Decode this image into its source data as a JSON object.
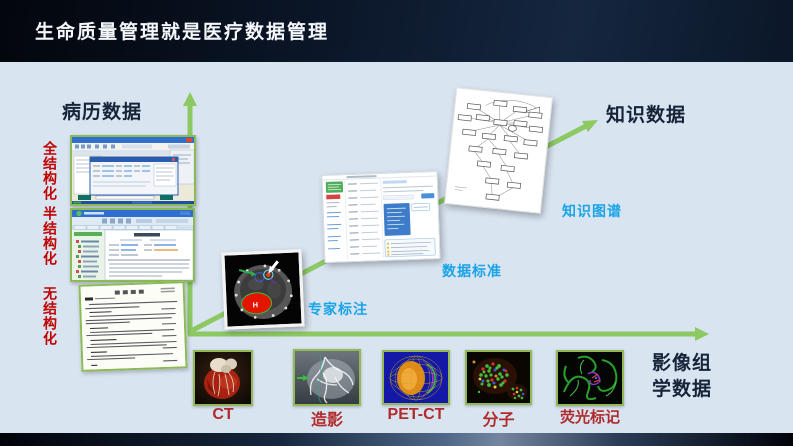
{
  "header": {
    "title": "生命质量管理就是医疗数据管理"
  },
  "axis": {
    "y_axis_label": "病历数据",
    "x_axis_label_line1": "影像组",
    "x_axis_label_line2": "学数据",
    "diagonal_end_label": "知识数据"
  },
  "structure_levels": [
    {
      "label": "全结构化"
    },
    {
      "label": "半结构化"
    },
    {
      "label": "无结构化"
    }
  ],
  "pipeline_labels": {
    "expert_annotation": "专家标注",
    "data_standard": "数据标准",
    "knowledge_graph": "知识图谱"
  },
  "expert_image": {
    "marker": "H"
  },
  "imaging_modalities": [
    {
      "label": "CT"
    },
    {
      "label": "造影"
    },
    {
      "label": "PET-CT"
    },
    {
      "label": "分子"
    },
    {
      "label": "荧光标记"
    }
  ],
  "colors": {
    "background": "#d9e4f1",
    "header_dark": "#0a1526",
    "arrow_green": "#8cc963",
    "category_red": "#c00000",
    "step_label_cyan": "#19a3e8",
    "heading_navy": "#16243a",
    "modality_label_red": "#b02b2b",
    "screenshot_border_green": "#8cbb55"
  }
}
